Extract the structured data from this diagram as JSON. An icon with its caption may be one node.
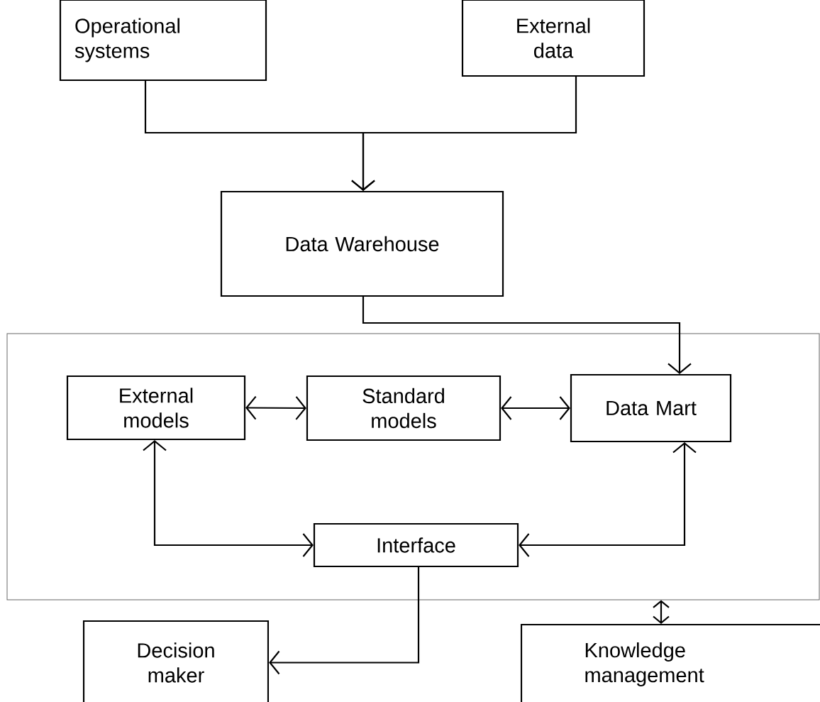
{
  "diagram": {
    "nodes": [
      {
        "text": [
          "Operational systems"
        ]
      },
      {
        "text": [
          "External data"
        ]
      },
      {
        "text": [
          "Data Warehouse"
        ]
      },
      {
        "text": [],
        "shape": "box"
      },
      {
        "text": [
          "External models"
        ],
        "in": 3
      },
      {
        "text": [
          "Standard models"
        ],
        "in": 3
      },
      {
        "text": [
          "Data Mart"
        ],
        "in": 3
      },
      {
        "text": [
          "Interface"
        ],
        "in": 3
      },
      {
        "text": [
          "Decision maker"
        ]
      },
      {
        "text": [
          "Knowledge management"
        ]
      }
    ],
    "edges": [
      {
        "from": 0,
        "to": 2,
        "arrow": "to"
      },
      {
        "from": 1,
        "to": 2,
        "arrow": "to"
      },
      {
        "from": 2,
        "to": 6,
        "arrow": "to"
      },
      {
        "from": 4,
        "to": 5,
        "arrow": "both"
      },
      {
        "from": 5,
        "to": 6,
        "arrow": "both"
      },
      {
        "from": 4,
        "to": 7,
        "arrow": "both"
      },
      {
        "from": 6,
        "to": 7,
        "arrow": "both"
      },
      {
        "from": 7,
        "to": 8,
        "arrow": "to"
      },
      {
        "from": 3,
        "to": 9,
        "arrow": "both"
      }
    ]
  }
}
